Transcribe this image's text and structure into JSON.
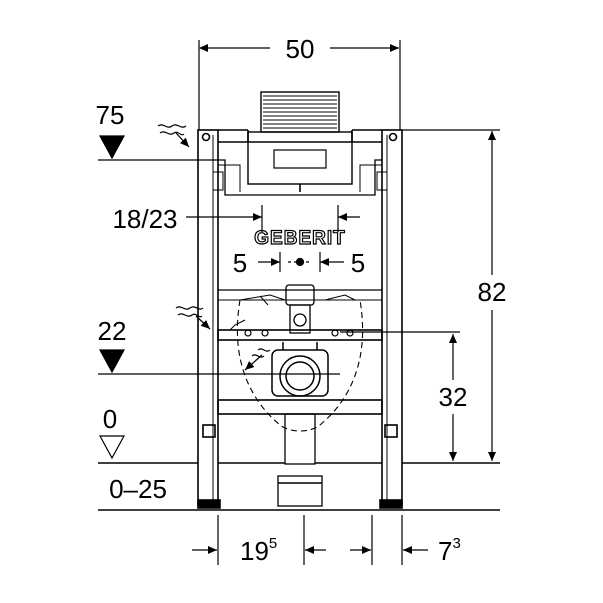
{
  "diagram": {
    "width_label": "50",
    "height_label": "82",
    "level_label": "75",
    "side_label": "18/23",
    "left_offset_label": "5",
    "right_offset_label": "5",
    "mid_level_label": "22",
    "outlet_height_label": "32",
    "floor_label": "0",
    "floor_range_label": "0–25",
    "bottom_left_base": "19",
    "bottom_left_sup": "5",
    "bottom_right_base": "7",
    "bottom_right_sup": "3",
    "brand_text": "GEBERIT",
    "colors": {
      "line": "#000000",
      "background": "#ffffff"
    }
  }
}
